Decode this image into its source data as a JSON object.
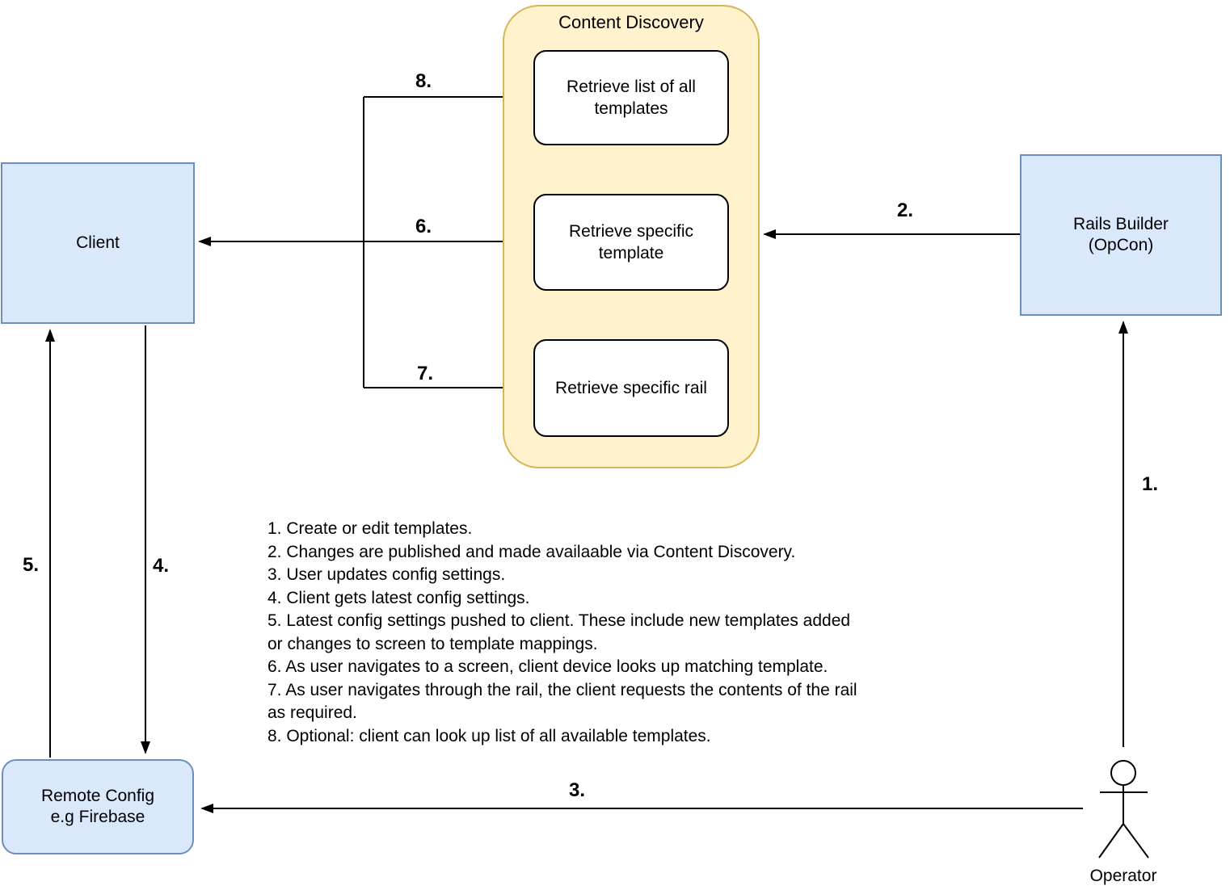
{
  "colors": {
    "background": "#ffffff",
    "node_fill": "#dae8fc",
    "node_border": "#6c8ebf",
    "group_fill": "#fff2cc",
    "group_border": "#d6b656",
    "box_fill": "#ffffff",
    "box_border": "#000000",
    "line": "#000000",
    "text": "#000000"
  },
  "group": {
    "title": "Content Discovery"
  },
  "nodes": {
    "client": "Client",
    "rails_builder": "Rails Builder (OpCon)",
    "remote_config": "Remote Config e.g Firebase",
    "retrieve_list": "Retrieve list of all templates",
    "retrieve_template": "Retrieve specific template",
    "retrieve_rail": "Retrieve specific rail",
    "operator": "Operator"
  },
  "arrow_labels": {
    "step1": "1.",
    "step2": "2.",
    "step3": "3.",
    "step4": "4.",
    "step5": "5.",
    "step6": "6.",
    "step7": "7.",
    "step8": "8."
  },
  "notes": {
    "lines": [
      "1. Create or edit templates.",
      "2. Changes are published and made availaable via Content Discovery.",
      "3. User updates config settings.",
      "4. Client gets latest config settings.",
      "5. Latest config settings pushed to client. These include new templates added",
      "or changes to screen to template mappings.",
      "6. As user navigates to a screen, client device looks up matching template.",
      "7. As user navigates through the rail, the client requests the contents of the rail",
      "as required.",
      "8. Optional: client can look up list of all available templates."
    ]
  }
}
